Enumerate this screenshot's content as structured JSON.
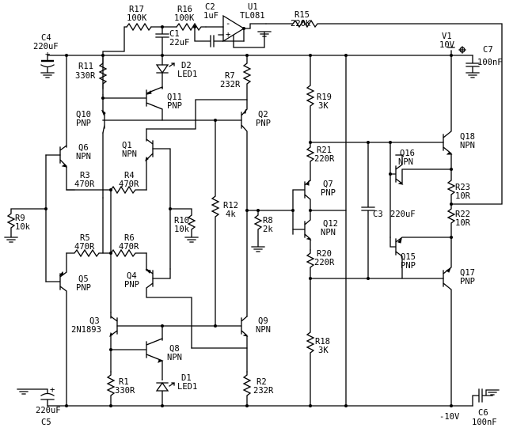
{
  "components": {
    "R17": {
      "ref": "R17",
      "value": "100K"
    },
    "R16": {
      "ref": "R16",
      "value": "100K"
    },
    "C2": {
      "ref": "C2",
      "value": "1uF"
    },
    "U1": {
      "ref": "U1",
      "value": "TL081"
    },
    "R15": {
      "ref": "R15",
      "value": "220K"
    },
    "C4": {
      "ref": "C4",
      "value": "220uF"
    },
    "C1": {
      "ref": "C1",
      "value": "22uF"
    },
    "V1": {
      "ref": "V1",
      "value": "10V"
    },
    "C7": {
      "ref": "C7",
      "value": "100nF"
    },
    "R11": {
      "ref": "R11",
      "value": "330R"
    },
    "D2": {
      "ref": "D2",
      "value": "LED1"
    },
    "R7": {
      "ref": "R7",
      "value": "232R"
    },
    "Q11": {
      "ref": "Q11",
      "value": "PNP"
    },
    "R19": {
      "ref": "R19",
      "value": "3K"
    },
    "Q10": {
      "ref": "Q10",
      "value": "PNP"
    },
    "Q2": {
      "ref": "Q2",
      "value": "PNP"
    },
    "Q6": {
      "ref": "Q6",
      "value": "NPN"
    },
    "Q1": {
      "ref": "Q1",
      "value": "NPN"
    },
    "R21": {
      "ref": "R21",
      "value": "220R"
    },
    "Q18": {
      "ref": "Q18",
      "value": "NPN"
    },
    "Q16": {
      "ref": "Q16",
      "value": "NPN"
    },
    "R3": {
      "ref": "R3",
      "value": "470R"
    },
    "R4": {
      "ref": "R4",
      "value": "470R"
    },
    "Q7": {
      "ref": "Q7",
      "value": "PNP"
    },
    "R23": {
      "ref": "R23",
      "value": "10R"
    },
    "R12": {
      "ref": "R12",
      "value": "4k"
    },
    "R9": {
      "ref": "R9",
      "value": "10k"
    },
    "R8": {
      "ref": "R8",
      "value": "2k"
    },
    "C3": {
      "ref": "C3",
      "value": "220uF"
    },
    "R22": {
      "ref": "R22",
      "value": "10R"
    },
    "R10": {
      "ref": "R10",
      "value": "10k"
    },
    "Q12": {
      "ref": "Q12",
      "value": "NPN"
    },
    "R5": {
      "ref": "R5",
      "value": "470R"
    },
    "R6": {
      "ref": "R6",
      "value": "470R"
    },
    "R20": {
      "ref": "R20",
      "value": "220R"
    },
    "Q15": {
      "ref": "Q15",
      "value": "PNP"
    },
    "Q5": {
      "ref": "Q5",
      "value": "PNP"
    },
    "Q4": {
      "ref": "Q4",
      "value": "PNP"
    },
    "Q17": {
      "ref": "Q17",
      "value": "PNP"
    },
    "Q3": {
      "ref": "Q3",
      "value": "2N1893"
    },
    "Q9": {
      "ref": "Q9",
      "value": "NPN"
    },
    "R18": {
      "ref": "R18",
      "value": "3K"
    },
    "Q8": {
      "ref": "Q8",
      "value": "NPN"
    },
    "R1": {
      "ref": "R1",
      "value": "330R"
    },
    "D1": {
      "ref": "D1",
      "value": "LED1"
    },
    "R2": {
      "ref": "R2",
      "value": "232R"
    },
    "C5": {
      "ref": "C5",
      "value": "220uF"
    },
    "C6": {
      "ref": "C6",
      "value": "100nF"
    }
  },
  "supply": {
    "negative_label": "-10V"
  }
}
